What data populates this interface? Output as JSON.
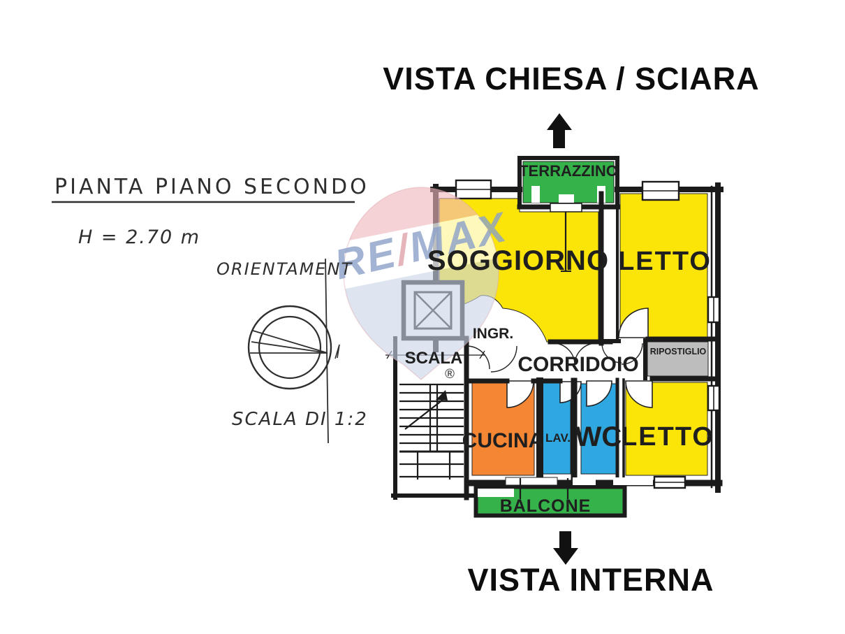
{
  "banners": {
    "top": "VISTA CHIESA / SCIARA",
    "bottom": "VISTA INTERNA"
  },
  "annotations": {
    "plan_title": "PIANTA PIANO SECONDO",
    "ceiling_height": "H = 2.70 m",
    "orientation": "ORIENTAMENT",
    "scale": "SCALA DI 1:2"
  },
  "rooms": {
    "terrazzino": {
      "label": "TERRAZZINO",
      "color": "#35b24a"
    },
    "soggiorno": {
      "label": "SOGGIORNO",
      "color": "#fbe408"
    },
    "letto_nord": {
      "label": "LETTO",
      "color": "#fbe408"
    },
    "letto_sud": {
      "label": "LETTO",
      "color": "#fbe408"
    },
    "cucina": {
      "label": "CUCINA",
      "color": "#f58634"
    },
    "lavanderia": {
      "label": "LAV.",
      "color": "#2fa8e1"
    },
    "wc": {
      "label": "WC",
      "color": "#2fa8e1"
    },
    "corridoio": {
      "label": "CORRIDOIO",
      "color": "#ffffff"
    },
    "ripostiglio": {
      "label": "RIPOSTIGLIO",
      "color": "#bdbdbd"
    },
    "balcone": {
      "label": "BALCONE",
      "color": "#35b24a"
    },
    "scala": {
      "label": "SCALA",
      "color": "#ffffff"
    },
    "ingresso": {
      "label": "INGR.",
      "color": "#ffffff"
    }
  },
  "watermark": {
    "brand_left": "RE",
    "brand_slash": "/",
    "brand_right": "MAX",
    "registered": "®",
    "balloon_red": "#efb6bb",
    "balloon_blue": "#c9d4e6",
    "text_blue": "#8ba1c9",
    "slash_red": "#e0a3ab"
  },
  "colors": {
    "ink": "#1b1b1b",
    "label": "#1f1f1f",
    "green_label": "#0d380d"
  }
}
